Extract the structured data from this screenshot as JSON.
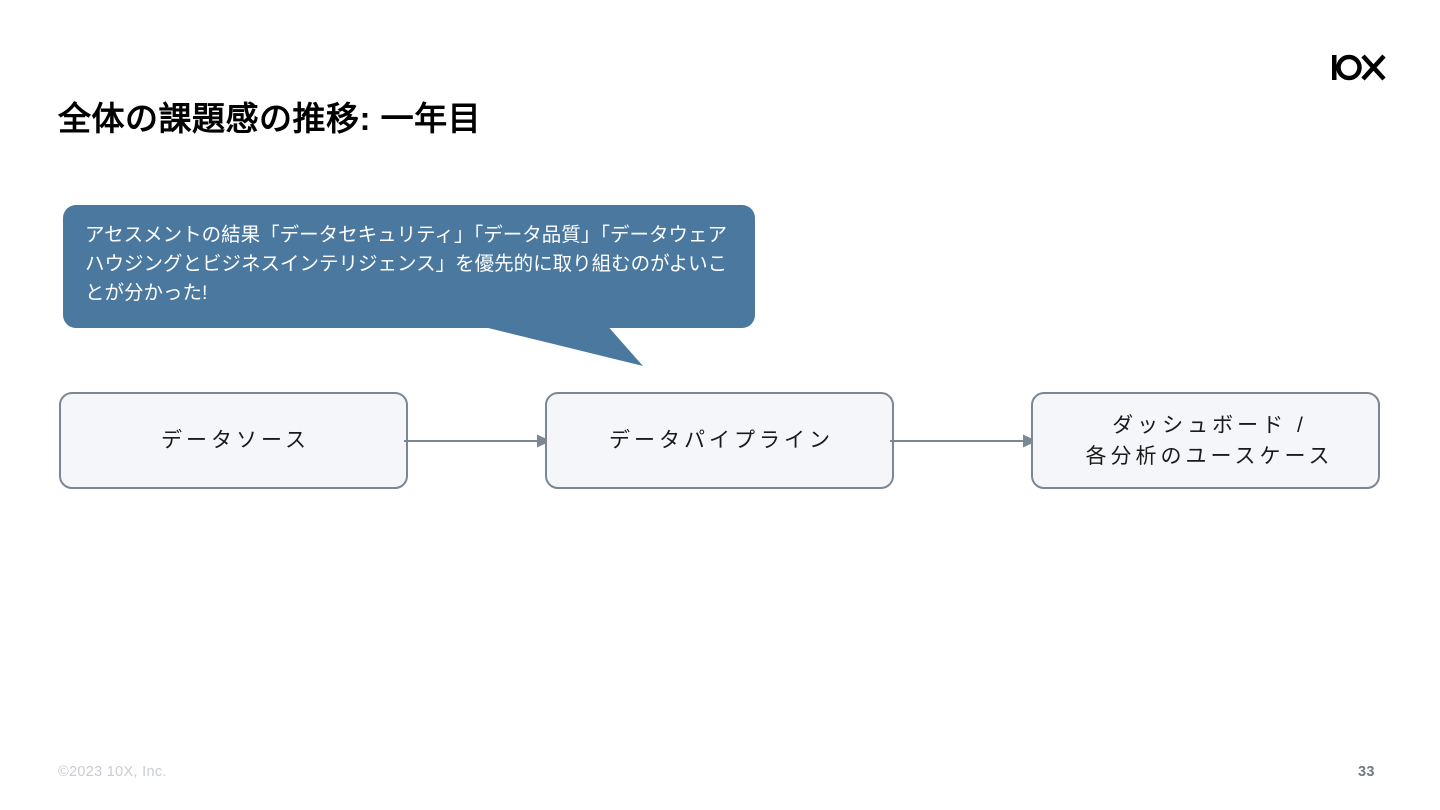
{
  "slide": {
    "title": "全体の課題感の推移: 一年目",
    "page_number": "33",
    "copyright": "©2023 10X, Inc.",
    "logo_name": "10X"
  },
  "callout": {
    "text": "アセスメントの結果「データセキュリティ」「データ品質」「データウェアハウジングとビジネスインテリジェンス」を優先的に取り組むのがよいことが分かった!",
    "bg_color": "#4a789f",
    "text_color": "#ffffff"
  },
  "flow": {
    "boxes": [
      {
        "id": "source",
        "label": "データソース"
      },
      {
        "id": "pipeline",
        "label": "データパイプライン"
      },
      {
        "id": "dashboard",
        "label_line1": "ダッシュボード /",
        "label_line2": "各分析のユースケース"
      }
    ],
    "box_fill": "#f4f6f9",
    "box_border": "#7b8894",
    "connector_color": "#7b8894"
  }
}
